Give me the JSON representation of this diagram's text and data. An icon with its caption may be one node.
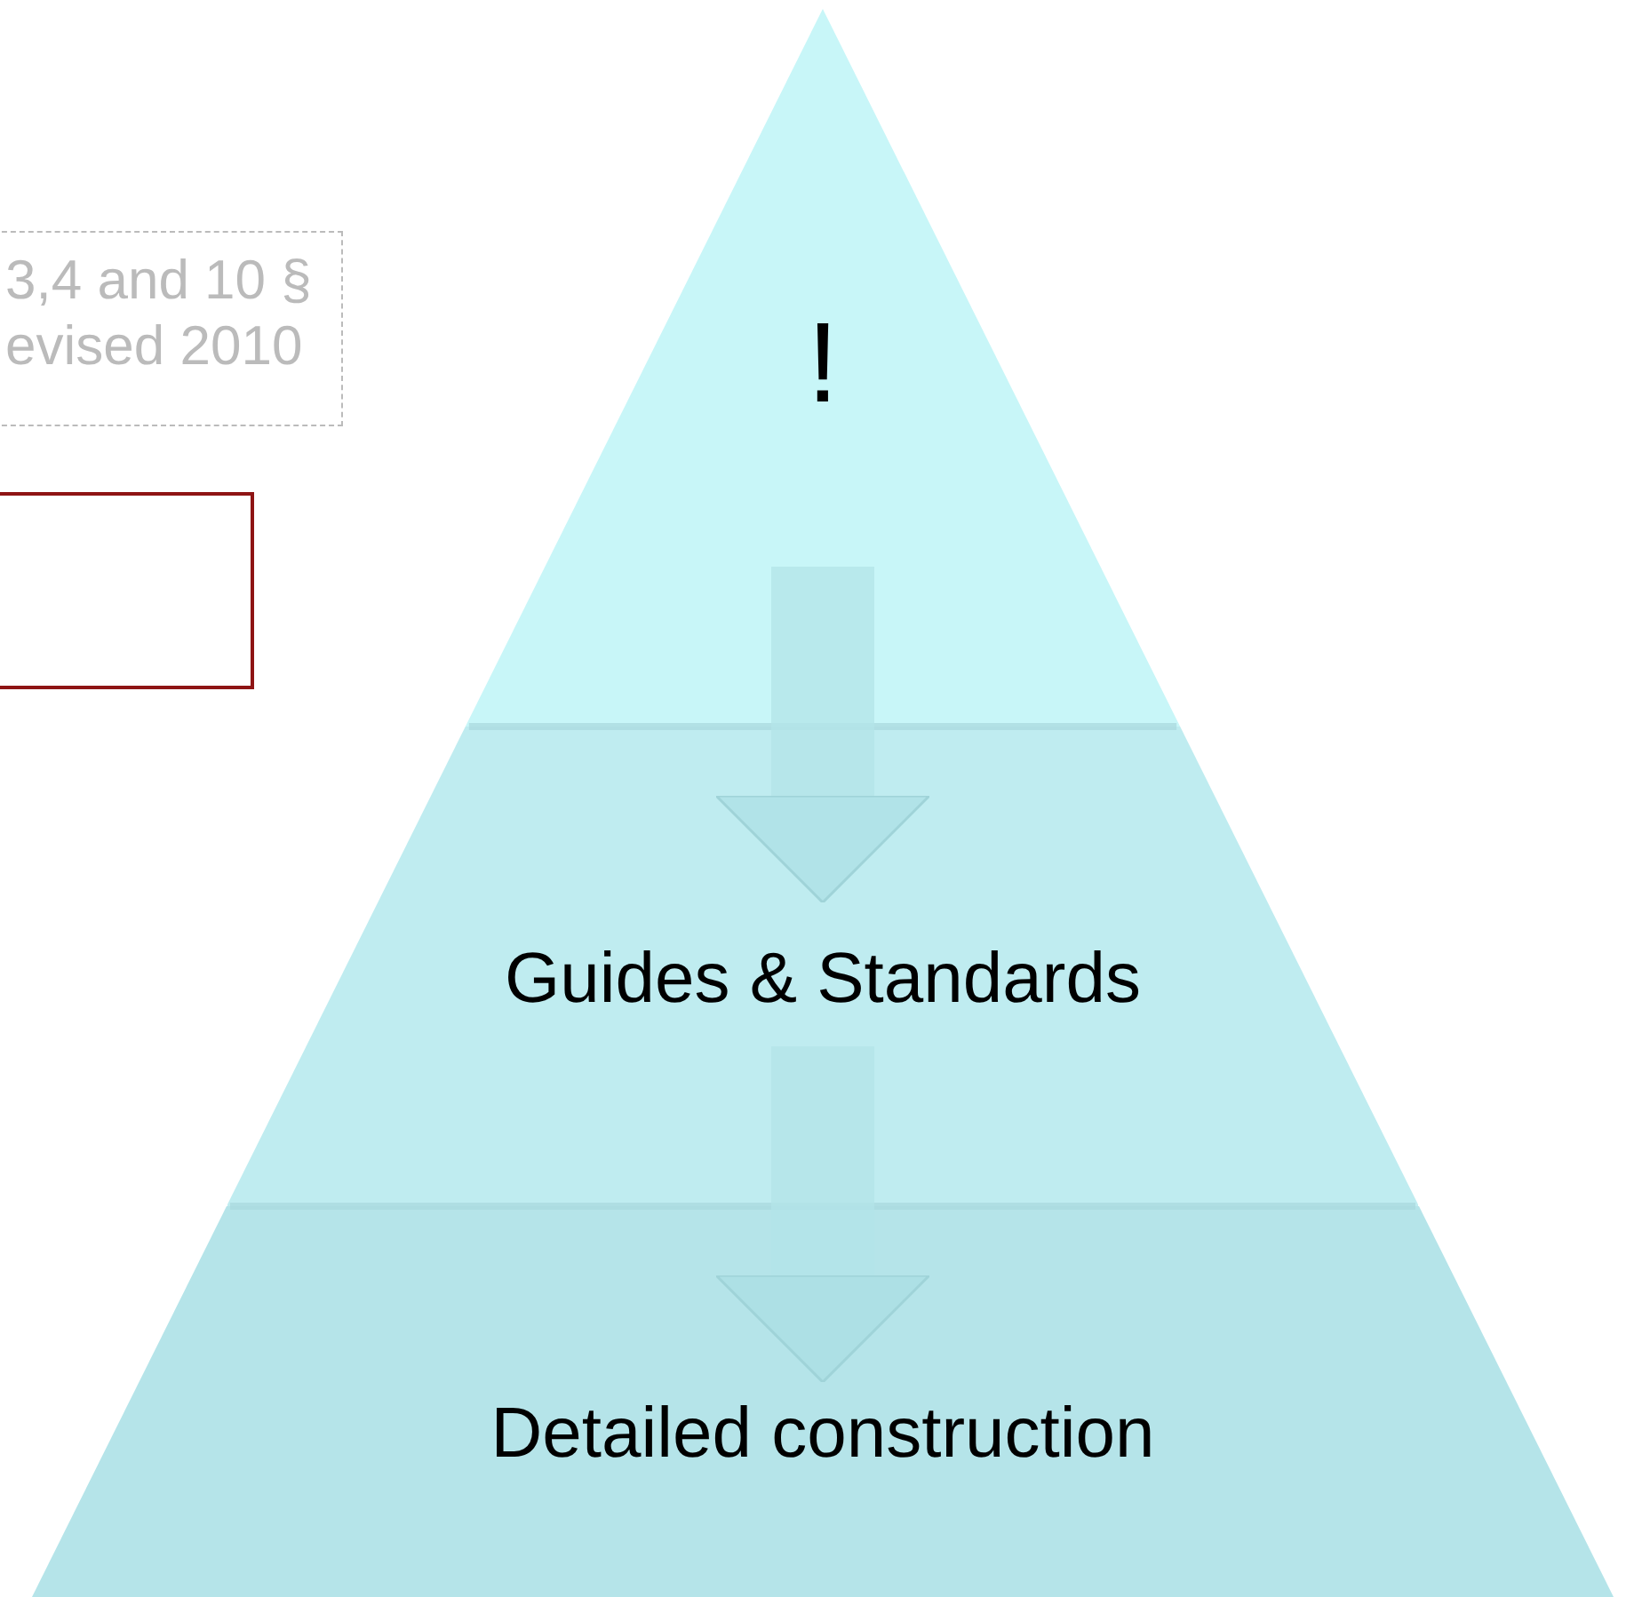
{
  "diagram": {
    "nodes": [
      {
        "text": [
          "3,4 and 10 § evised 2010"
        ]
      },
      {
        "text": [],
        "shape": "box"
      },
      {
        "text": [
          "!"
        ]
      },
      {
        "text": [
          "Guides & Standards"
        ]
      },
      {
        "text": [
          "Detailed construction"
        ]
      }
    ],
    "edges": [
      {
        "from": 2,
        "to": 3,
        "arrow": "to"
      },
      {
        "from": 3,
        "to": 4,
        "arrow": "to"
      }
    ]
  }
}
